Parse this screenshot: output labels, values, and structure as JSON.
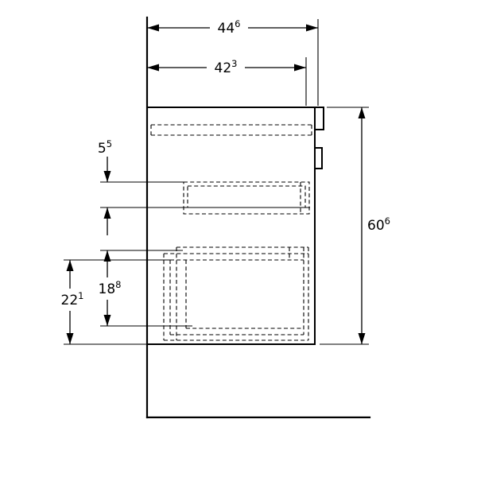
{
  "drawing": {
    "type": "technical-dimension-diagram",
    "subject": "wall-hung vanity cabinet side section",
    "colors": {
      "line": "#000000",
      "background": "#ffffff"
    },
    "dimensions": {
      "overall_width": {
        "value": "44",
        "sup": "6"
      },
      "body_width": {
        "value": "42",
        "sup": "3"
      },
      "top_drawer_offset": {
        "value": "5",
        "sup": "5"
      },
      "overall_height": {
        "value": "60",
        "sup": "6"
      },
      "inner_drawer_height": {
        "value": "18",
        "sup": "8"
      },
      "lower_front_height": {
        "value": "22",
        "sup": "1"
      }
    }
  }
}
